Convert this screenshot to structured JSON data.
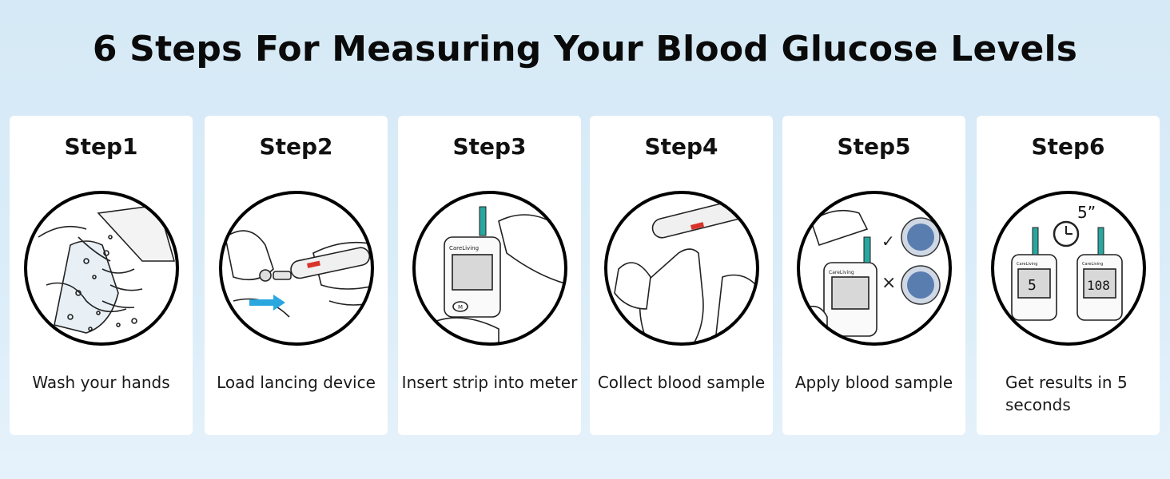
{
  "title": "6 Steps For Measuring Your Blood Glucose Levels",
  "steps": [
    {
      "label": "Step1",
      "caption": "Wash your hands"
    },
    {
      "label": "Step2",
      "caption": "Load lancing device"
    },
    {
      "label": "Step3",
      "caption": "Insert strip into meter"
    },
    {
      "label": "Step4",
      "caption": "Collect blood sample"
    },
    {
      "label": "Step5",
      "caption": "Apply blood sample"
    },
    {
      "label": "Step6",
      "caption": "Get results in 5 seconds"
    }
  ],
  "illustrations": {
    "brand": "CareLiving",
    "timer_label": "5”",
    "meter_result_left": "5",
    "meter_result_right": "108",
    "meter_button": "M",
    "mark_correct": "✓",
    "mark_wrong": "×"
  },
  "colors": {
    "background": "#d8ebf7",
    "card": "#ffffff",
    "arrow": "#2ba7e0",
    "strip": "#2aa6a0",
    "lancet_red": "#d9342b"
  }
}
